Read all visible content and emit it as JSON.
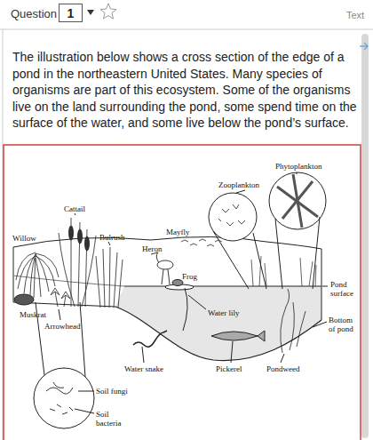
{
  "diagram": {
    "nodes": [
      {
        "text": [
          "1"
        ]
      }
    ],
    "labels": [
      "Question",
      "Text",
      "The illustration below shows a cross section of the edge of a pond in the northeastern United States. Many species of organisms are part of this ecosystem. Some of the organisms live on the land surrounding the pond, some spend time on the surface of the water, and some live below the pond’s surface.",
      "Phytoplankton",
      "Zooplankton",
      "Cattail",
      "Mayfly",
      "Willow",
      "Bulrush",
      "Heron",
      "Frog",
      "Pond surface",
      "Muskrat",
      "Water lily",
      "Bottom of pond",
      "Arrowhead",
      "Water snake",
      "Pickerel",
      "Pondweed",
      "Soil fungi",
      "Soil bacteria"
    ]
  }
}
